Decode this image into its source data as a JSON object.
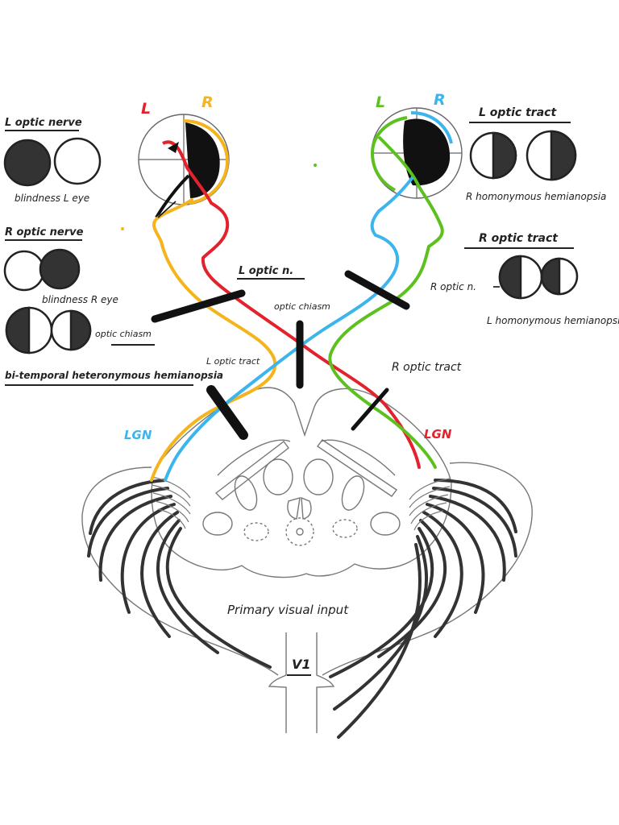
{
  "labels": {
    "eye_left_letter": "L",
    "eye_right_letter": "R",
    "eye2_left_letter": "L",
    "eye2_right_letter": "R",
    "l_optic_nerve": "L optic nerve",
    "blindness_l_eye": "blindness L eye",
    "r_optic_nerve": "R optic nerve",
    "blindness_r_eye": "blindness R eye",
    "optic_chiasm_lesion": "optic chiasm",
    "bitemporal": "bi-temporal heteronymous hemianopsia",
    "l_optic_tract_top": "L optic tract",
    "r_homonymous": "R homonymous hemianopsia",
    "r_optic_tract_top": "R optic tract",
    "r_optic_n": "R optic n.",
    "l_homonymous": "L homonymous hemianopsia",
    "l_optic_n": "L optic n.",
    "optic_chiasm": "optic chiasm",
    "l_optic_tract_mid": "L optic tract",
    "r_optic_tract_mid": "R optic tract",
    "lgn_left": "LGN",
    "lgn_right": "LGN",
    "primary_visual_input": "Primary visual input",
    "v1": "V1"
  },
  "colors": {
    "red": "#e3222d",
    "yellow": "#f5b41c",
    "blue": "#3cb4ec",
    "green": "#5cc11e",
    "ink": "#333333",
    "outline": "#777777"
  }
}
